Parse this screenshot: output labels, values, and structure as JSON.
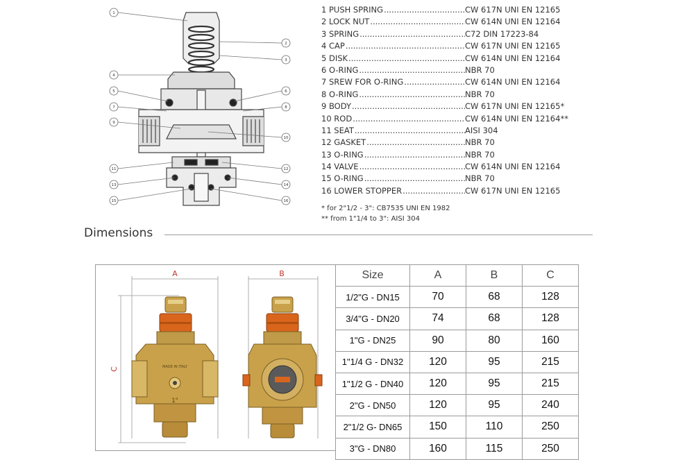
{
  "parts": [
    {
      "name": "1 PUSH SPRING",
      "material": "CW 617N UNI EN 12165"
    },
    {
      "name": "2 LOCK NUT",
      "material": "CW 614N UNI EN 12164"
    },
    {
      "name": "3 SPRING",
      "material": "C72 DIN 17223-84"
    },
    {
      "name": "4 CAP",
      "material": "CW 617N UNI EN 12165"
    },
    {
      "name": "5 DISK",
      "material": "CW 614N UNI EN 12164"
    },
    {
      "name": "6 O-RING",
      "material": "NBR 70"
    },
    {
      "name": "7 SREW FOR O-RING",
      "material": "CW 614N UNI EN 12164"
    },
    {
      "name": "8 O-RING",
      "material": "NBR 70"
    },
    {
      "name": "9 BODY",
      "material": "CW 617N UNI EN 12165*"
    },
    {
      "name": "10 ROD",
      "material": "CW 614N UNI EN 12164**"
    },
    {
      "name": "11 SEAT",
      "material": "AISI 304"
    },
    {
      "name": "12 GASKET",
      "material": "NBR 70"
    },
    {
      "name": "13 O-RING",
      "material": "NBR 70"
    },
    {
      "name": "14 VALVE",
      "material": "CW 614N UNI EN 12164"
    },
    {
      "name": "15 O-RING",
      "material": "NBR 70"
    },
    {
      "name": "16 LOWER STOPPER",
      "material": "CW 617N UNI EN 12165"
    }
  ],
  "notes": [
    "* for 2\"1/2 - 3\": CB7535 UNI EN 1982",
    "** from 1\"1/4 to 3\": AISI 304"
  ],
  "callouts": [
    "1",
    "2",
    "3",
    "4",
    "5",
    "6",
    "7",
    "8",
    "9",
    "10",
    "11",
    "12",
    "13",
    "14",
    "15",
    "16"
  ],
  "section_title": "Dimensions",
  "photo_labels": {
    "dim_a": "A",
    "dim_b": "B",
    "dim_c": "C",
    "body_marking": "MADE IN ITALY",
    "size_marking": "1\""
  },
  "table": {
    "headers": [
      "Size",
      "A",
      "B",
      "C"
    ],
    "rows": [
      [
        "1/2\"G - DN15",
        "70",
        "68",
        "128"
      ],
      [
        "3/4\"G - DN20",
        "74",
        "68",
        "128"
      ],
      [
        "1\"G - DN25",
        "90",
        "80",
        "160"
      ],
      [
        "1\"1/4 G - DN32",
        "120",
        "95",
        "215"
      ],
      [
        "1\"1/2 G - DN40",
        "120",
        "95",
        "215"
      ],
      [
        "2\"G - DN50",
        "120",
        "95",
        "240"
      ],
      [
        "2\"1/2 G- DN65",
        "150",
        "110",
        "250"
      ],
      [
        "3\"G - DN80",
        "160",
        "115",
        "250"
      ]
    ]
  },
  "colors": {
    "line": "#555555",
    "brass": "#c9a14a",
    "orange": "#d9651c",
    "dim_label": "#c0392b"
  }
}
